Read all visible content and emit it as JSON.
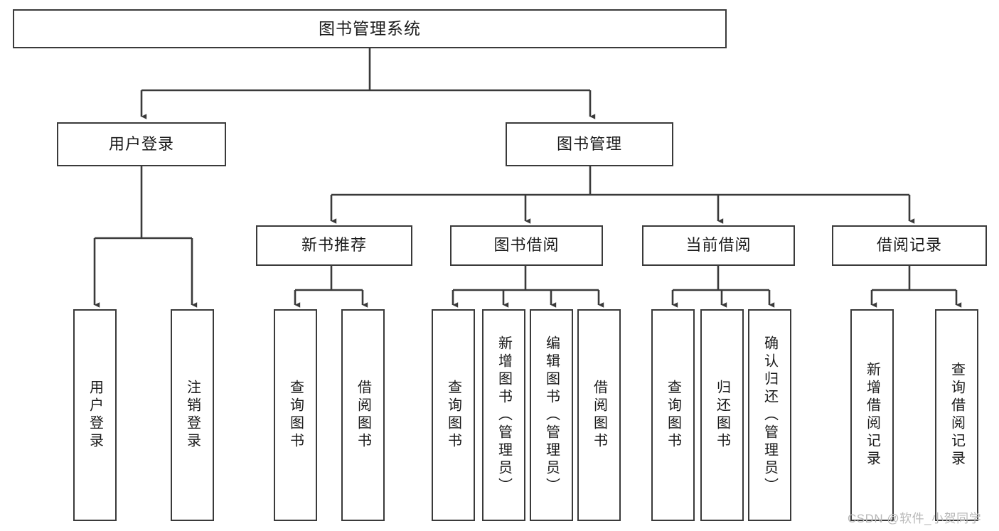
{
  "diagram": {
    "title": "图书管理系统",
    "type": "tree-hierarchy-chart",
    "root": {
      "label": "图书管理系统"
    },
    "level1": [
      {
        "label": "用户登录"
      },
      {
        "label": "图书管理"
      }
    ],
    "level2": [
      {
        "label": "新书推荐"
      },
      {
        "label": "图书借阅"
      },
      {
        "label": "当前借阅"
      },
      {
        "label": "借阅记录"
      }
    ],
    "leaves": [
      {
        "label": "用户登录",
        "parent": "用户登录"
      },
      {
        "label": "注销登录",
        "parent": "用户登录"
      },
      {
        "label": "查询图书",
        "parent": "新书推荐"
      },
      {
        "label": "借阅图书",
        "parent": "新书推荐"
      },
      {
        "label": "查询图书",
        "parent": "图书借阅"
      },
      {
        "label": "新增图书（管理员）",
        "parent": "图书借阅"
      },
      {
        "label": "编辑图书（管理员）",
        "parent": "图书借阅"
      },
      {
        "label": "借阅图书",
        "parent": "图书借阅"
      },
      {
        "label": "查询图书",
        "parent": "当前借阅"
      },
      {
        "label": "归还图书",
        "parent": "当前借阅"
      },
      {
        "label": "确认归还（管理员）",
        "parent": "当前借阅"
      },
      {
        "label": "新增借阅记录",
        "parent": "借阅记录"
      },
      {
        "label": "查询借阅记录",
        "parent": "借阅记录"
      }
    ],
    "watermark": "CSDN @软件_小贺同学",
    "colors": {
      "stroke": "#3a3a3a",
      "fill": "#ffffff",
      "text": "#1a1a1a",
      "watermark": "#b9b9b9"
    }
  }
}
